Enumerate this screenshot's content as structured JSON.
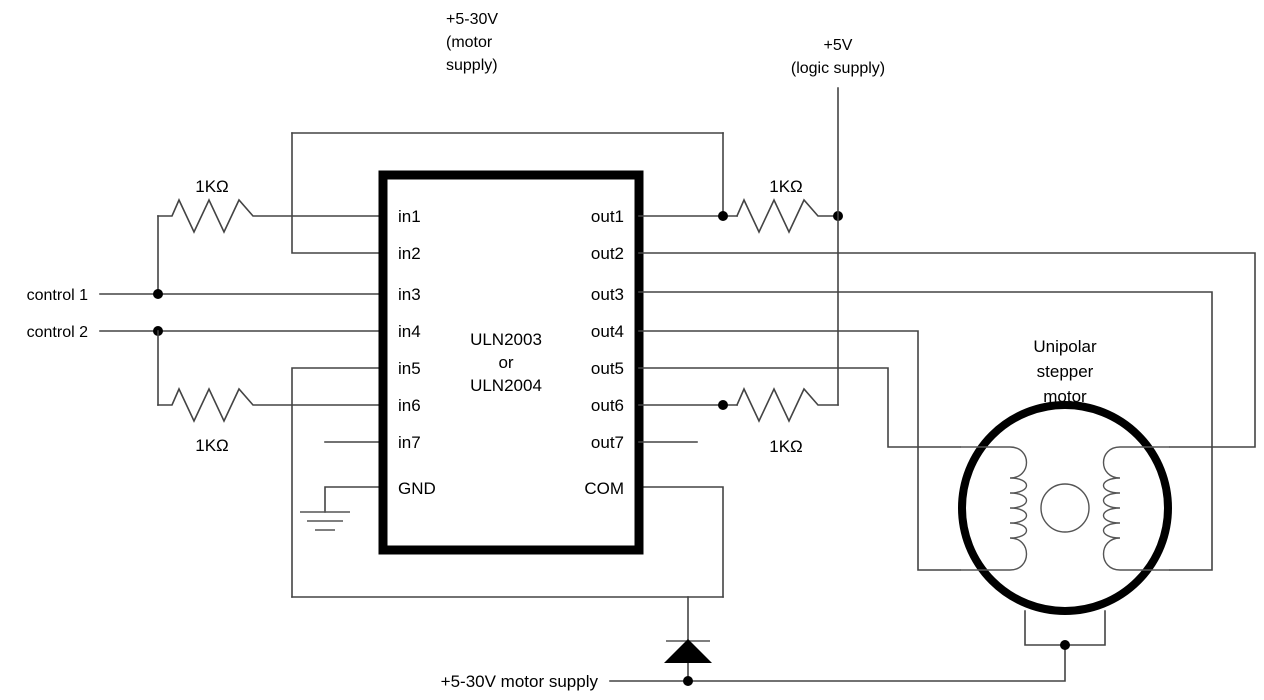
{
  "diagram": {
    "title": "ULN2003 unipolar stepper motor driver schematic",
    "line_color": "#555555",
    "body_color": "#000000",
    "background": "#ffffff"
  },
  "supplies": {
    "motor_top": {
      "line1": "+5-30V",
      "line2": "(motor",
      "line3": "supply)"
    },
    "logic": {
      "line1": "+5V",
      "line2": "(logic supply)"
    },
    "motor_bottom": "+5-30V motor supply"
  },
  "chip": {
    "name_line1": "ULN2003",
    "name_line2": "or",
    "name_line3": "ULN2004",
    "inputs": [
      {
        "label": "in1"
      },
      {
        "label": "in2"
      },
      {
        "label": "in3"
      },
      {
        "label": "in4"
      },
      {
        "label": "in5"
      },
      {
        "label": "in6"
      },
      {
        "label": "in7"
      },
      {
        "label": "GND"
      }
    ],
    "outputs": [
      {
        "label": "out1"
      },
      {
        "label": "out2"
      },
      {
        "label": "out3"
      },
      {
        "label": "out4"
      },
      {
        "label": "out5"
      },
      {
        "label": "out6"
      },
      {
        "label": "out7"
      },
      {
        "label": "COM"
      }
    ]
  },
  "controls": [
    {
      "label": "control 1"
    },
    {
      "label": "control 2"
    }
  ],
  "resistors": [
    {
      "id": "r-top-left",
      "value": "1KΩ"
    },
    {
      "id": "r-bottom-left",
      "value": "1KΩ"
    },
    {
      "id": "r-top-right",
      "value": "1KΩ"
    },
    {
      "id": "r-bottom-right",
      "value": "1KΩ"
    }
  ],
  "motor": {
    "line1": "Unipolar",
    "line2": "stepper",
    "line3": "motor"
  }
}
